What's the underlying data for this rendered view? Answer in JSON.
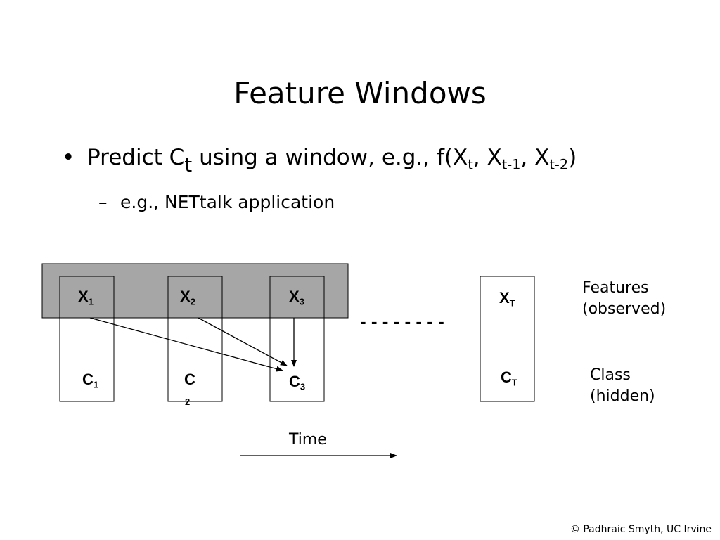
{
  "slide": {
    "title": "Feature Windows",
    "bullet": {
      "text_prefix": "Predict C",
      "target_sub": "t",
      "text_middle": " using a window, e.g., f(X",
      "args": [
        {
          "sub": "t",
          "sep": ", X"
        },
        {
          "sub": "t-1",
          "sep": ", X"
        },
        {
          "sub": "t-2",
          "sep": ")"
        }
      ]
    },
    "subbullet": "e.g., NETtalk application",
    "footer": "© Padhraic Smyth, UC Irvine"
  },
  "diagram": {
    "feature_nodes": [
      {
        "letter": "X",
        "sub": "1"
      },
      {
        "letter": "X",
        "sub": "2"
      },
      {
        "letter": "X",
        "sub": "3"
      },
      {
        "letter": "X",
        "sub": "T"
      }
    ],
    "class_nodes": [
      {
        "letter": "C",
        "sub": "1"
      },
      {
        "letter": "C",
        "sub": "2"
      },
      {
        "letter": "C",
        "sub": "3"
      },
      {
        "letter": "C",
        "sub": "T"
      }
    ],
    "ellipsis": "- - - - - - - -",
    "features_label": "Features\n(observed)",
    "class_label": "Class\n(hidden)",
    "time_label": "Time",
    "window_fill": "#a6a6a6"
  }
}
